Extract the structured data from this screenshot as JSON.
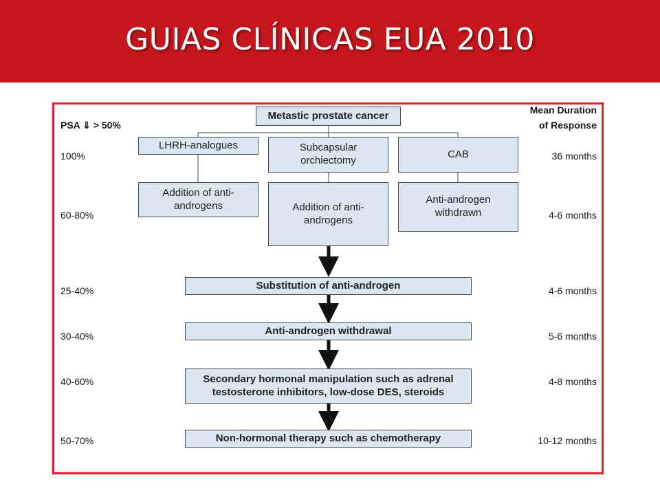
{
  "slide": {
    "title": "GUIAS CLÍNICAS EUA 2010"
  },
  "diagram": {
    "left_header": "PSA ⇓ > 50%",
    "right_header_line1": "Mean Duration",
    "right_header_line2": "of Response",
    "root": "Metastic prostate cancer",
    "branches": {
      "lhrh": "LHRH-analogues",
      "orchiectomy_line1": "Subcapsular",
      "orchiectomy_line2": "orchiectomy",
      "cab": "CAB",
      "addition_left_line1": "Addition of anti-",
      "addition_left_line2": "androgens",
      "addition_mid_line1": "Addition of anti-",
      "addition_mid_line2": "androgens",
      "withdrawn_line1": "Anti-androgen",
      "withdrawn_line2": "withdrawn"
    },
    "steps": {
      "substitution": "Substitution of anti-androgen",
      "withdrawal": "Anti-androgen withdrawal",
      "secondary_line1": "Secondary hormonal manipulation such as adrenal",
      "secondary_line2": "testosterone inhibitors, low-dose DES, steroids",
      "nonhormonal": "Non-hormonal therapy such as chemotherapy"
    },
    "rows": [
      {
        "psa": "100%",
        "duration": "36 months"
      },
      {
        "psa": "60-80%",
        "duration": "4-6 months"
      },
      {
        "psa": "25-40%",
        "duration": "4-6 months"
      },
      {
        "psa": "30-40%",
        "duration": "5-6 months"
      },
      {
        "psa": "40-60%",
        "duration": "4-8 months"
      },
      {
        "psa": "50-70%",
        "duration": "10-12 months"
      }
    ]
  },
  "colors": {
    "header_bg": "#c4161c",
    "frame_border": "#e31e24",
    "box_fill": "#dce6f0"
  }
}
